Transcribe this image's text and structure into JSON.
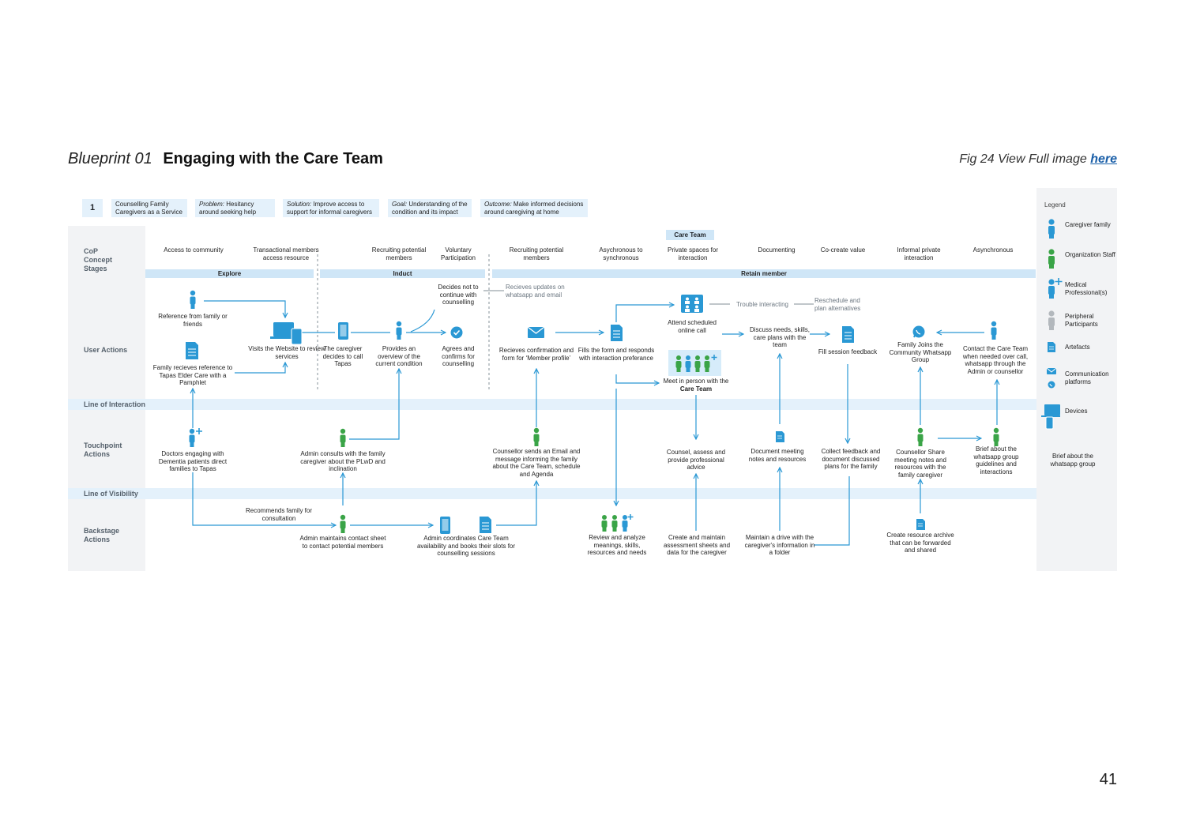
{
  "header": {
    "blueprint_label": "Blueprint 01",
    "title": "Engaging with the Care Team",
    "fig_text": "Fig 24 View Full image",
    "fig_link": "here"
  },
  "page_number": "41",
  "summary": {
    "number": "1",
    "service": "Counselling Family Caregivers as a Service",
    "problem_key": "Problem:",
    "problem": "Hesitancy around seeking help",
    "solution_key": "Solution:",
    "solution": "Improve access to support for informal caregivers",
    "goal_key": "Goal:",
    "goal": "Understanding of the condition and its impact",
    "outcome_key": "Outcome:",
    "outcome": "Make informed decisions around caregiving at home"
  },
  "rows": {
    "stages": "CoP Concept Stages",
    "user_actions": "User Actions",
    "line_interaction": "Line of Interaction",
    "touchpoint": "Touchpoint Actions",
    "line_visibility": "Line of Visibility",
    "backstage": "Backstage Actions"
  },
  "stages": [
    "Access to community",
    "Transactional members access resource",
    "Recruiting potential members",
    "Voluntary Participation",
    "Recruiting potential members",
    "Asychronous to synchronous",
    "Private spaces for interaction",
    "Documenting",
    "Co-create value",
    "Informal private interaction",
    "Asynchronous"
  ],
  "care_team_tag": "Care Team",
  "phases": {
    "explore": "Explore",
    "induct": "Induct",
    "retain": "Retain member"
  },
  "user_actions": {
    "reference_friends": "Reference from family or friends",
    "pamphlet": "Family recieves reference to Tapas Elder Care with a Pamphlet",
    "visits_website": "Visits the Website to review services",
    "decides_call": "The caregiver decides to call Tapas",
    "provides_overview": "Provides an overview of the current condition",
    "decides_not": "Decides not to continue with counselling",
    "agrees": "Agrees and confirms for counselling",
    "updates": "Recieves updates on whatsapp and email",
    "confirmation": "Recieves confirmation and form for ‘Member profile’",
    "fills_form": "Fills the form and responds with interaction preferance",
    "attend_call": "Attend scheduled online call",
    "trouble": "Trouble interacting",
    "reschedule": "Reschedule and plan alternatives",
    "meet_person_prefix": "Meet in person with the",
    "meet_person_bold": "Care Team",
    "discuss": "Discuss needs, skills, care plans with the team",
    "fill_feedback": "Fill session feedback",
    "joins_group": "Family Joins the Community Whatsapp Group",
    "contact_team": "Contact the Care Team when needed over call, whatsapp through the Admin or counsellor"
  },
  "touchpoints": {
    "doctors": "Doctors engaging with Dementia patients direct families to Tapas",
    "admin_consults": "Admin consults with the family caregiver about the PLwD and inclination",
    "counsellor_email": "Counsellor sends an Email and message informing the family about the Care Team, schedule and Agenda",
    "counsel_assess": "Counsel, assess and provide professional advice",
    "document_notes": "Document meeting notes and resources",
    "collect_feedback": "Collect feedback and document discussed plans for the family",
    "counsellor_share": "Counsellor Share meeting notes and resources with the family caregiver",
    "brief_group": "Brief about the whatsapp group guidelines and interactions"
  },
  "backstage": {
    "recommends": "Recommends family for consultation",
    "admin_contacts": "Admin maintains contact sheet to contact potential members",
    "admin_coordinates": "Admin coordinates Care Team availability and books their slots for counselling sessions",
    "review": "Review and analyze meanings, skills, resources and needs",
    "create_sheets": "Create and maintain assessment sheets and data for the caregiver",
    "maintain_drive": "Maintain a drive with the caregiver's information in a folder",
    "resource_archive": "Create resource archive that can be forwarded and shared"
  },
  "legend": {
    "title": "Legend",
    "caregiver": "Caregiver family",
    "org_staff": "Organization Staff",
    "medical": "Medical Professional(s)",
    "peripheral": "Peripheral Participants",
    "artefacts": "Artefacts",
    "communication": "Communication platforms",
    "devices": "Devices",
    "note": "Brief about the whatsapp group"
  },
  "colors": {
    "blue": "#2a98d4",
    "green": "#3aa447",
    "gray": "#b3b8bd",
    "band": "#e4f1fb",
    "phase": "#cfe6f7",
    "panel": "#f2f3f5"
  }
}
